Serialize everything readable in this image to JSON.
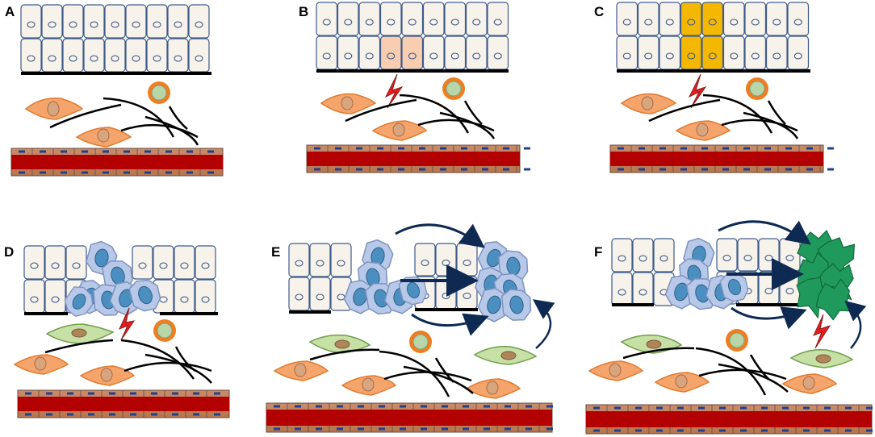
{
  "panels": [
    {
      "id": "A",
      "label": "A"
    },
    {
      "id": "B",
      "label": "B"
    },
    {
      "id": "C",
      "label": "C"
    },
    {
      "id": "D",
      "label": "D"
    },
    {
      "id": "E",
      "label": "E"
    },
    {
      "id": "F",
      "label": "F"
    }
  ],
  "colors": {
    "epithelial_cell_fill": "#f7f2ea",
    "cell_outline": "#3d5b8c",
    "nucleus_outline": "#3d5b8c",
    "basement_membrane": "#000000",
    "fibroblast_fill": "#f5a46b",
    "fibroblast_outline": "#e07a2e",
    "activated_fibroblast_fill": "#c7e0a6",
    "activated_fibroblast_outline": "#6f9e4a",
    "immune_cell_outer": "#f07d20",
    "immune_cell_inner": "#b8d6a8",
    "vessel_lumen": "#b30000",
    "vessel_wall": "#c98c6b",
    "vessel_wall_marker": "#1f3f8f",
    "injured_cell_pale": "#f8cdb0",
    "injured_cell_yellow": "#f5b800",
    "mesenchymal_cell_fill": "#b8c8e8",
    "mesenchymal_nucleus": "#4a8fc0",
    "myofibroblast_fill": "#1f9a5c",
    "injury_bolt": "#e81c1c",
    "arrow": "#0e2a52"
  }
}
